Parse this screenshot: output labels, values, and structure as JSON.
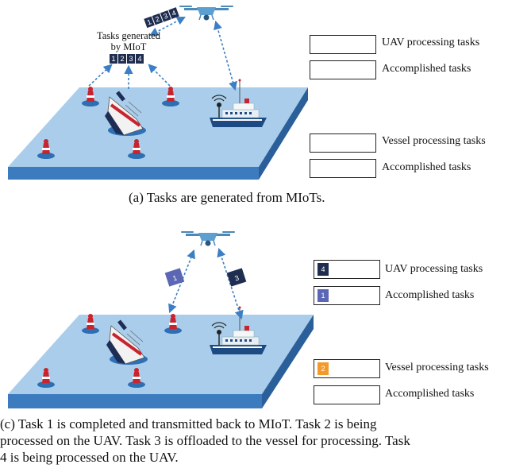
{
  "panel_a": {
    "generated_label_line1": "Tasks generated",
    "generated_label_line2": "by MIoT",
    "mio_tasks": [
      "1",
      "2",
      "3",
      "4"
    ],
    "uav_tasks": [
      "1",
      "2",
      "3",
      "4"
    ],
    "queues": {
      "uav_label": "UAV processing tasks",
      "uav_accomplished_label": "Accomplished tasks",
      "vessel_label": "Vessel processing tasks",
      "vessel_accomplished_label": "Accomplished tasks"
    },
    "caption": "(a)  Tasks are generated from MIoTs."
  },
  "panel_c": {
    "uplink_task": "1",
    "offload_task": "3",
    "queues": {
      "uav_label": "UAV processing tasks",
      "uav_task": "4",
      "uav_accomplished_label": "Accomplished tasks",
      "uav_accomplished_task": "1",
      "vessel_label": "Vessel processing tasks",
      "vessel_task": "2",
      "vessel_accomplished_label": "Accomplished tasks"
    },
    "caption_line1": "(c)  Task 1 is completed and transmitted back to MIoT. Task 2 is being",
    "caption_line2": "processed on the UAV. Task 3 is offloaded to the vessel for processing. Task",
    "caption_line3": "4 is being processed on the UAV."
  },
  "colors": {
    "sea_top": "#a9cdea",
    "sea_front": "#3d7bbf",
    "sea_side": "#2b5f9a",
    "task_navy": "#1f2e50",
    "task_blue": "#5b67b5",
    "task_orange": "#f39a2a",
    "buoy_red": "#c8242d",
    "arrow_blue": "#3b7fc4"
  }
}
